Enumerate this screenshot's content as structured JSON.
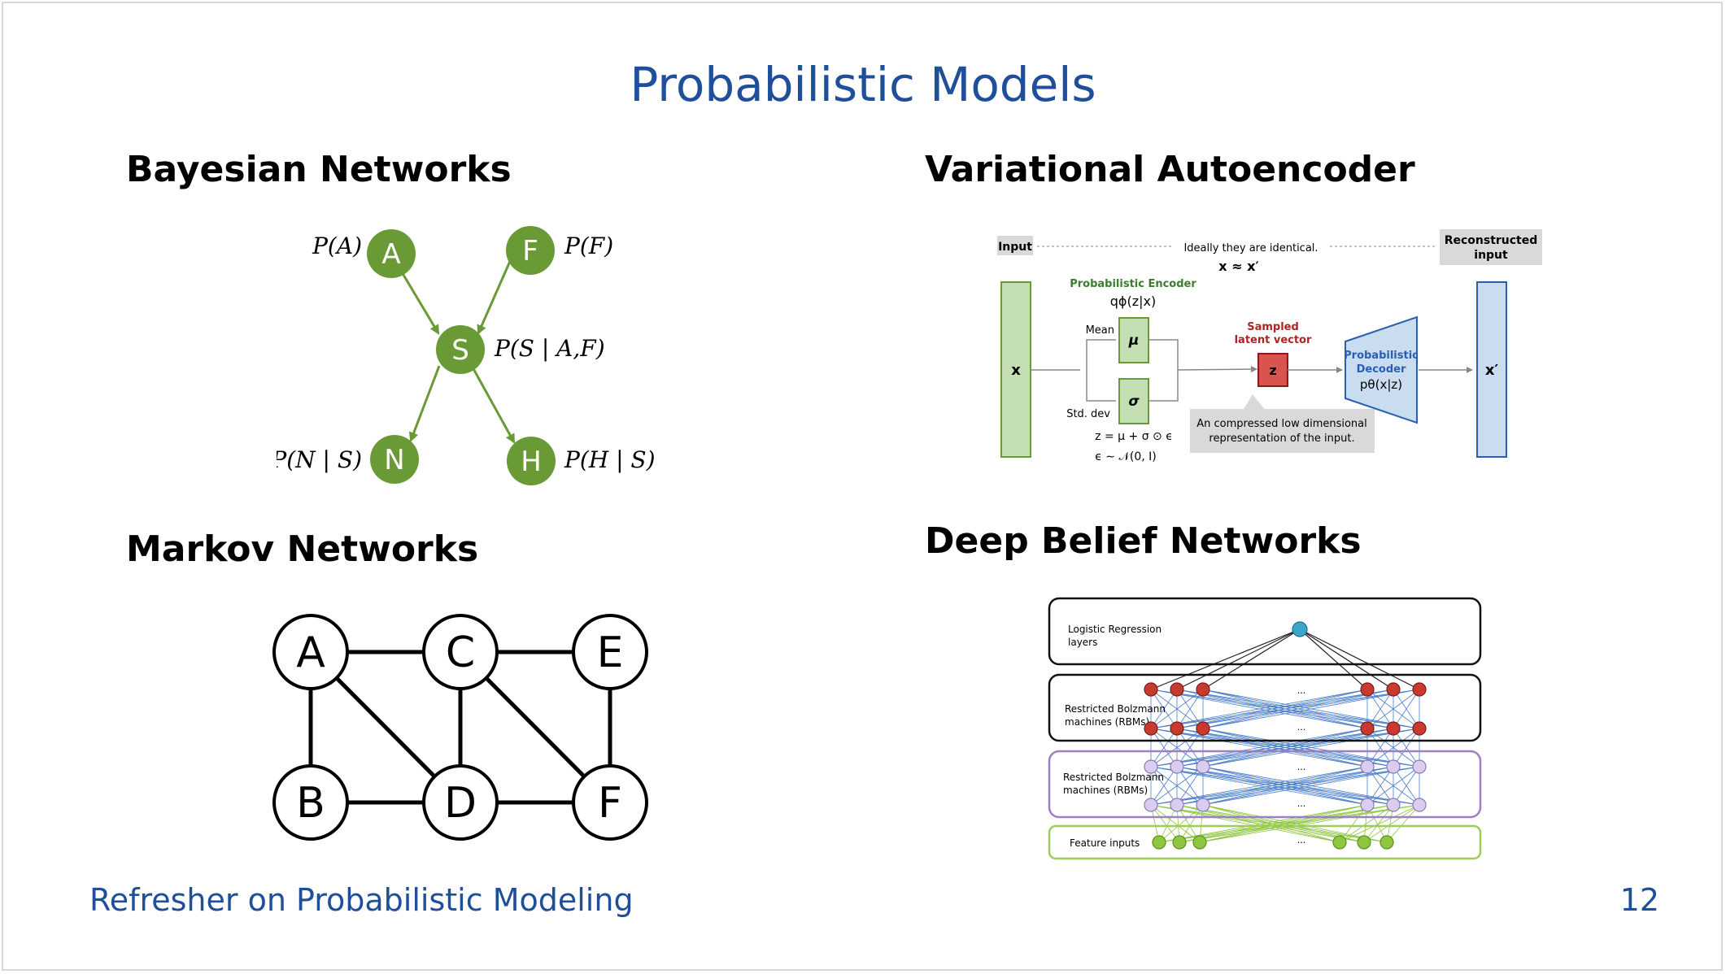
{
  "slide": {
    "title": "Probabilistic Models",
    "footer_left": "Refresher on Probabilistic Modeling",
    "page_number": "12"
  },
  "bayesian": {
    "heading": "Bayesian Networks",
    "node_color": "#6a9a35",
    "nodes": [
      {
        "id": "A",
        "label": "A",
        "prob": "P(A)"
      },
      {
        "id": "F",
        "label": "F",
        "prob": "P(F)"
      },
      {
        "id": "S",
        "label": "S",
        "prob": "P(S | A,F)"
      },
      {
        "id": "N",
        "label": "N",
        "prob": "P(N | S)"
      },
      {
        "id": "H",
        "label": "H",
        "prob": "P(H | S)"
      }
    ]
  },
  "markov": {
    "heading": "Markov Networks",
    "nodes": [
      "A",
      "C",
      "E",
      "B",
      "D",
      "F"
    ]
  },
  "vae": {
    "heading": "Variational Autoencoder",
    "input_label": "Input",
    "identical_note": "Ideally they are identical.",
    "identical_math": "x ≈ x′",
    "reconstructed_label": "Reconstructed input",
    "encoder_title": "Probabilistic Encoder",
    "encoder_math": "qϕ(z|x)",
    "mean_label": "Mean",
    "std_label": "Std. dev",
    "mu_symbol": "μ",
    "sigma_symbol": "σ",
    "x_symbol": "x",
    "xprime_symbol": "x′",
    "z_symbol": "z",
    "reparam_eq1": "z = μ + σ ⊙ ϵ",
    "reparam_eq2": "ϵ ∼ 𝒩(0, I)",
    "sampled_label_1": "Sampled",
    "sampled_label_2": "latent vector",
    "decoder_label_1": "Probabilistic",
    "decoder_label_2": "Decoder",
    "decoder_math": "pθ(x|z)",
    "compressed_note_1": "An compressed low dimensional",
    "compressed_note_2": "representation of the input.",
    "colors": {
      "encoder_green": "#3a7d2a",
      "latent_red": "#b22222",
      "decoder_blue": "#2a5fb0"
    }
  },
  "dbn": {
    "heading": "Deep Belief Networks",
    "layers": [
      {
        "label_1": "Logistic Regression",
        "label_2": "layers"
      },
      {
        "label_1": "Restricted Bolzmann",
        "label_2": "machines (RBMs)"
      },
      {
        "label_1": "Restricted Bolzmann",
        "label_2": "machines (RBMs)"
      },
      {
        "label_1": "Feature inputs",
        "label_2": ""
      }
    ],
    "ellipsis": "...",
    "colors": {
      "top": "#3aa6c9",
      "red": "#c8392f",
      "lavender": "#d9cdf0",
      "green": "#8dc63f",
      "blue_edge": "#4a7ec9",
      "purple_border": "#9b7fc7",
      "green_border": "#9ccd5a"
    }
  }
}
